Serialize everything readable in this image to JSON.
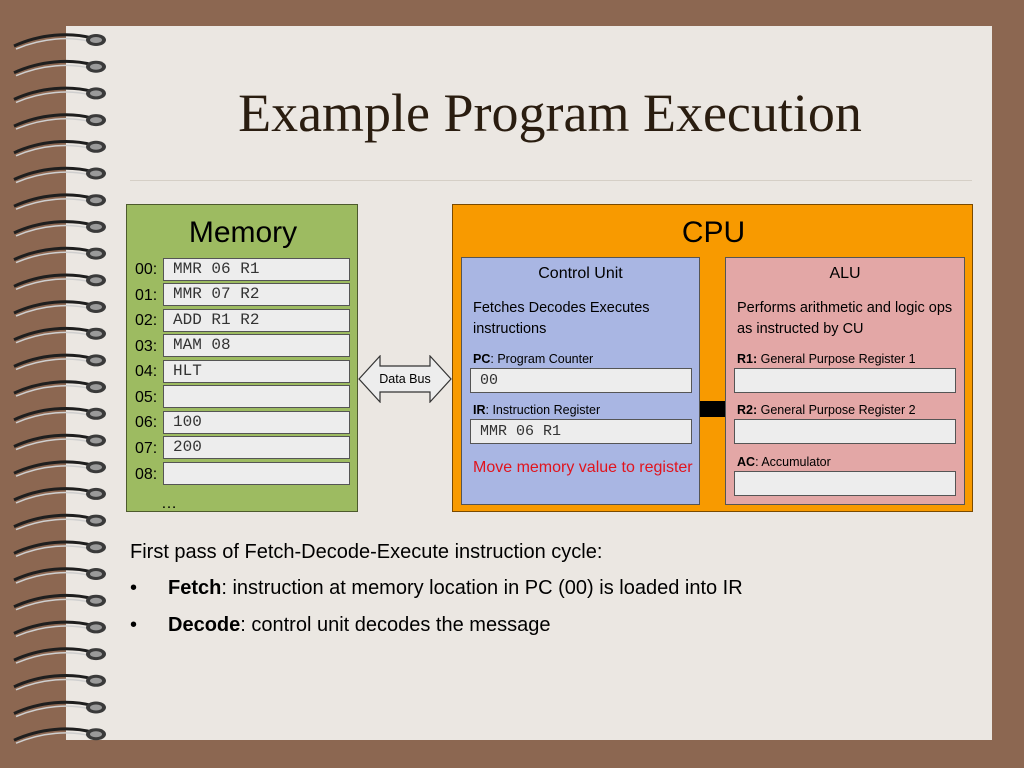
{
  "title": "Example Program Execution",
  "memory": {
    "heading": "Memory",
    "rows": [
      {
        "address": "00:",
        "value": "MMR 06 R1"
      },
      {
        "address": "01:",
        "value": "MMR 07 R2"
      },
      {
        "address": "02:",
        "value": "ADD R1 R2"
      },
      {
        "address": "03:",
        "value": "MAM 08"
      },
      {
        "address": "04:",
        "value": "HLT"
      },
      {
        "address": "05:",
        "value": ""
      },
      {
        "address": "06:",
        "value": "100"
      },
      {
        "address": "07:",
        "value": "200"
      },
      {
        "address": "08:",
        "value": ""
      }
    ],
    "ellipsis": "…"
  },
  "bus": {
    "label": "Data Bus"
  },
  "cpu": {
    "heading": "CPU",
    "control_unit": {
      "title": "Control Unit",
      "description": "Fetches Decodes Executes instructions",
      "pc": {
        "abbr": "PC",
        "name": ": Program Counter",
        "value": "00"
      },
      "ir": {
        "abbr": "IR",
        "name": ": Instruction Register",
        "value": "MMR 06 R1"
      },
      "note": "Move memory value to register",
      "note_color": "#e1141d"
    },
    "alu": {
      "title": "ALU",
      "description": "Performs arithmetic and logic ops as instructed by CU",
      "r1": {
        "abbr": "R1:",
        "name": " General Purpose Register 1",
        "value": ""
      },
      "r2": {
        "abbr": "R2:",
        "name": " General Purpose Register 2",
        "value": ""
      },
      "ac": {
        "abbr": "AC",
        "name": ": Accumulator",
        "value": ""
      }
    }
  },
  "caption": "First pass of Fetch-Decode-Execute instruction cycle:",
  "bullets": [
    {
      "marker": "•",
      "term": "Fetch",
      "text": ": instruction at memory location in PC (00) is loaded into IR"
    },
    {
      "marker": "•",
      "term": "Decode",
      "text": ": control unit decodes the message"
    }
  ],
  "colors": {
    "background": "#8c6751",
    "paper": "#ebe7e2",
    "memory_panel": "#9dbb61",
    "cpu_panel": "#f89a00",
    "control_unit": "#a9b6e3",
    "alu": "#e3a7a6"
  }
}
